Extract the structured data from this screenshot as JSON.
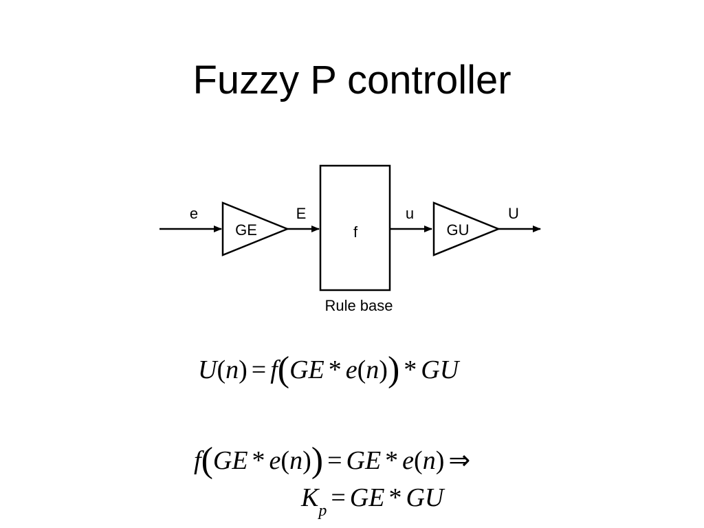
{
  "title": "Fuzzy P controller",
  "diagram": {
    "input_signal": "e",
    "gain_in": "GE",
    "scaled_error": "E",
    "fuzzy_block": "f",
    "fuzzy_block_caption": "Rule base",
    "fuzzy_output": "u",
    "gain_out": "GU",
    "output_signal": "U"
  },
  "equations": [
    "U(n) = f(GE * e(n)) * GU",
    "f(GE * e(n)) = GE * e(n) ⇒",
    "K_p = GE * GU"
  ]
}
